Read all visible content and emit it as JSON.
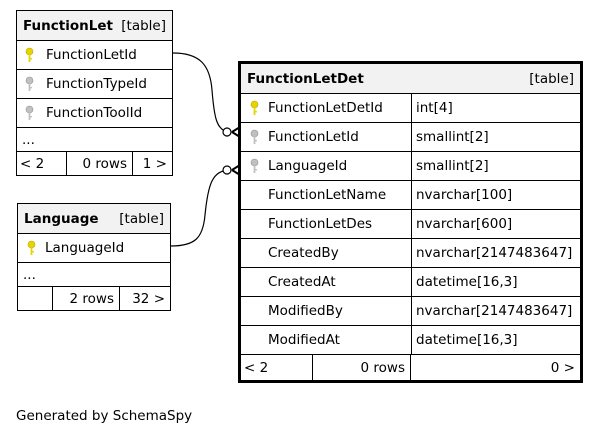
{
  "tables": {
    "functionlet": {
      "name": "FunctionLet",
      "kind": "[table]",
      "columns": [
        "FunctionLetId",
        "FunctionTypeId",
        "FunctionToolId"
      ],
      "more": "...",
      "footer": {
        "left": "< 2",
        "rows": "0 rows",
        "right": "1 >"
      }
    },
    "language": {
      "name": "Language",
      "kind": "[table]",
      "columns": [
        "LanguageId"
      ],
      "more": "...",
      "footer": {
        "left": "",
        "rows": "2 rows",
        "right": "32 >"
      }
    },
    "functionletdet": {
      "name": "FunctionLetDet",
      "kind": "[table]",
      "columns": [
        {
          "name": "FunctionLetDetId",
          "type": "int[4]"
        },
        {
          "name": "FunctionLetId",
          "type": "smallint[2]"
        },
        {
          "name": "LanguageId",
          "type": "smallint[2]"
        },
        {
          "name": "FunctionLetName",
          "type": "nvarchar[100]"
        },
        {
          "name": "FunctionLetDes",
          "type": "nvarchar[600]"
        },
        {
          "name": "CreatedBy",
          "type": "nvarchar[2147483647]"
        },
        {
          "name": "CreatedAt",
          "type": "datetime[16,3]"
        },
        {
          "name": "ModifiedBy",
          "type": "nvarchar[2147483647]"
        },
        {
          "name": "ModifiedAt",
          "type": "datetime[16,3]"
        }
      ],
      "footer": {
        "left": "< 2",
        "rows": "0 rows",
        "right": "0 >"
      }
    }
  },
  "colors": {
    "primary_key": "#e6d400",
    "foreign_key": "#a8a8a8",
    "header_bg": "#f2f2f2"
  },
  "generated_by": "Generated by SchemaSpy"
}
